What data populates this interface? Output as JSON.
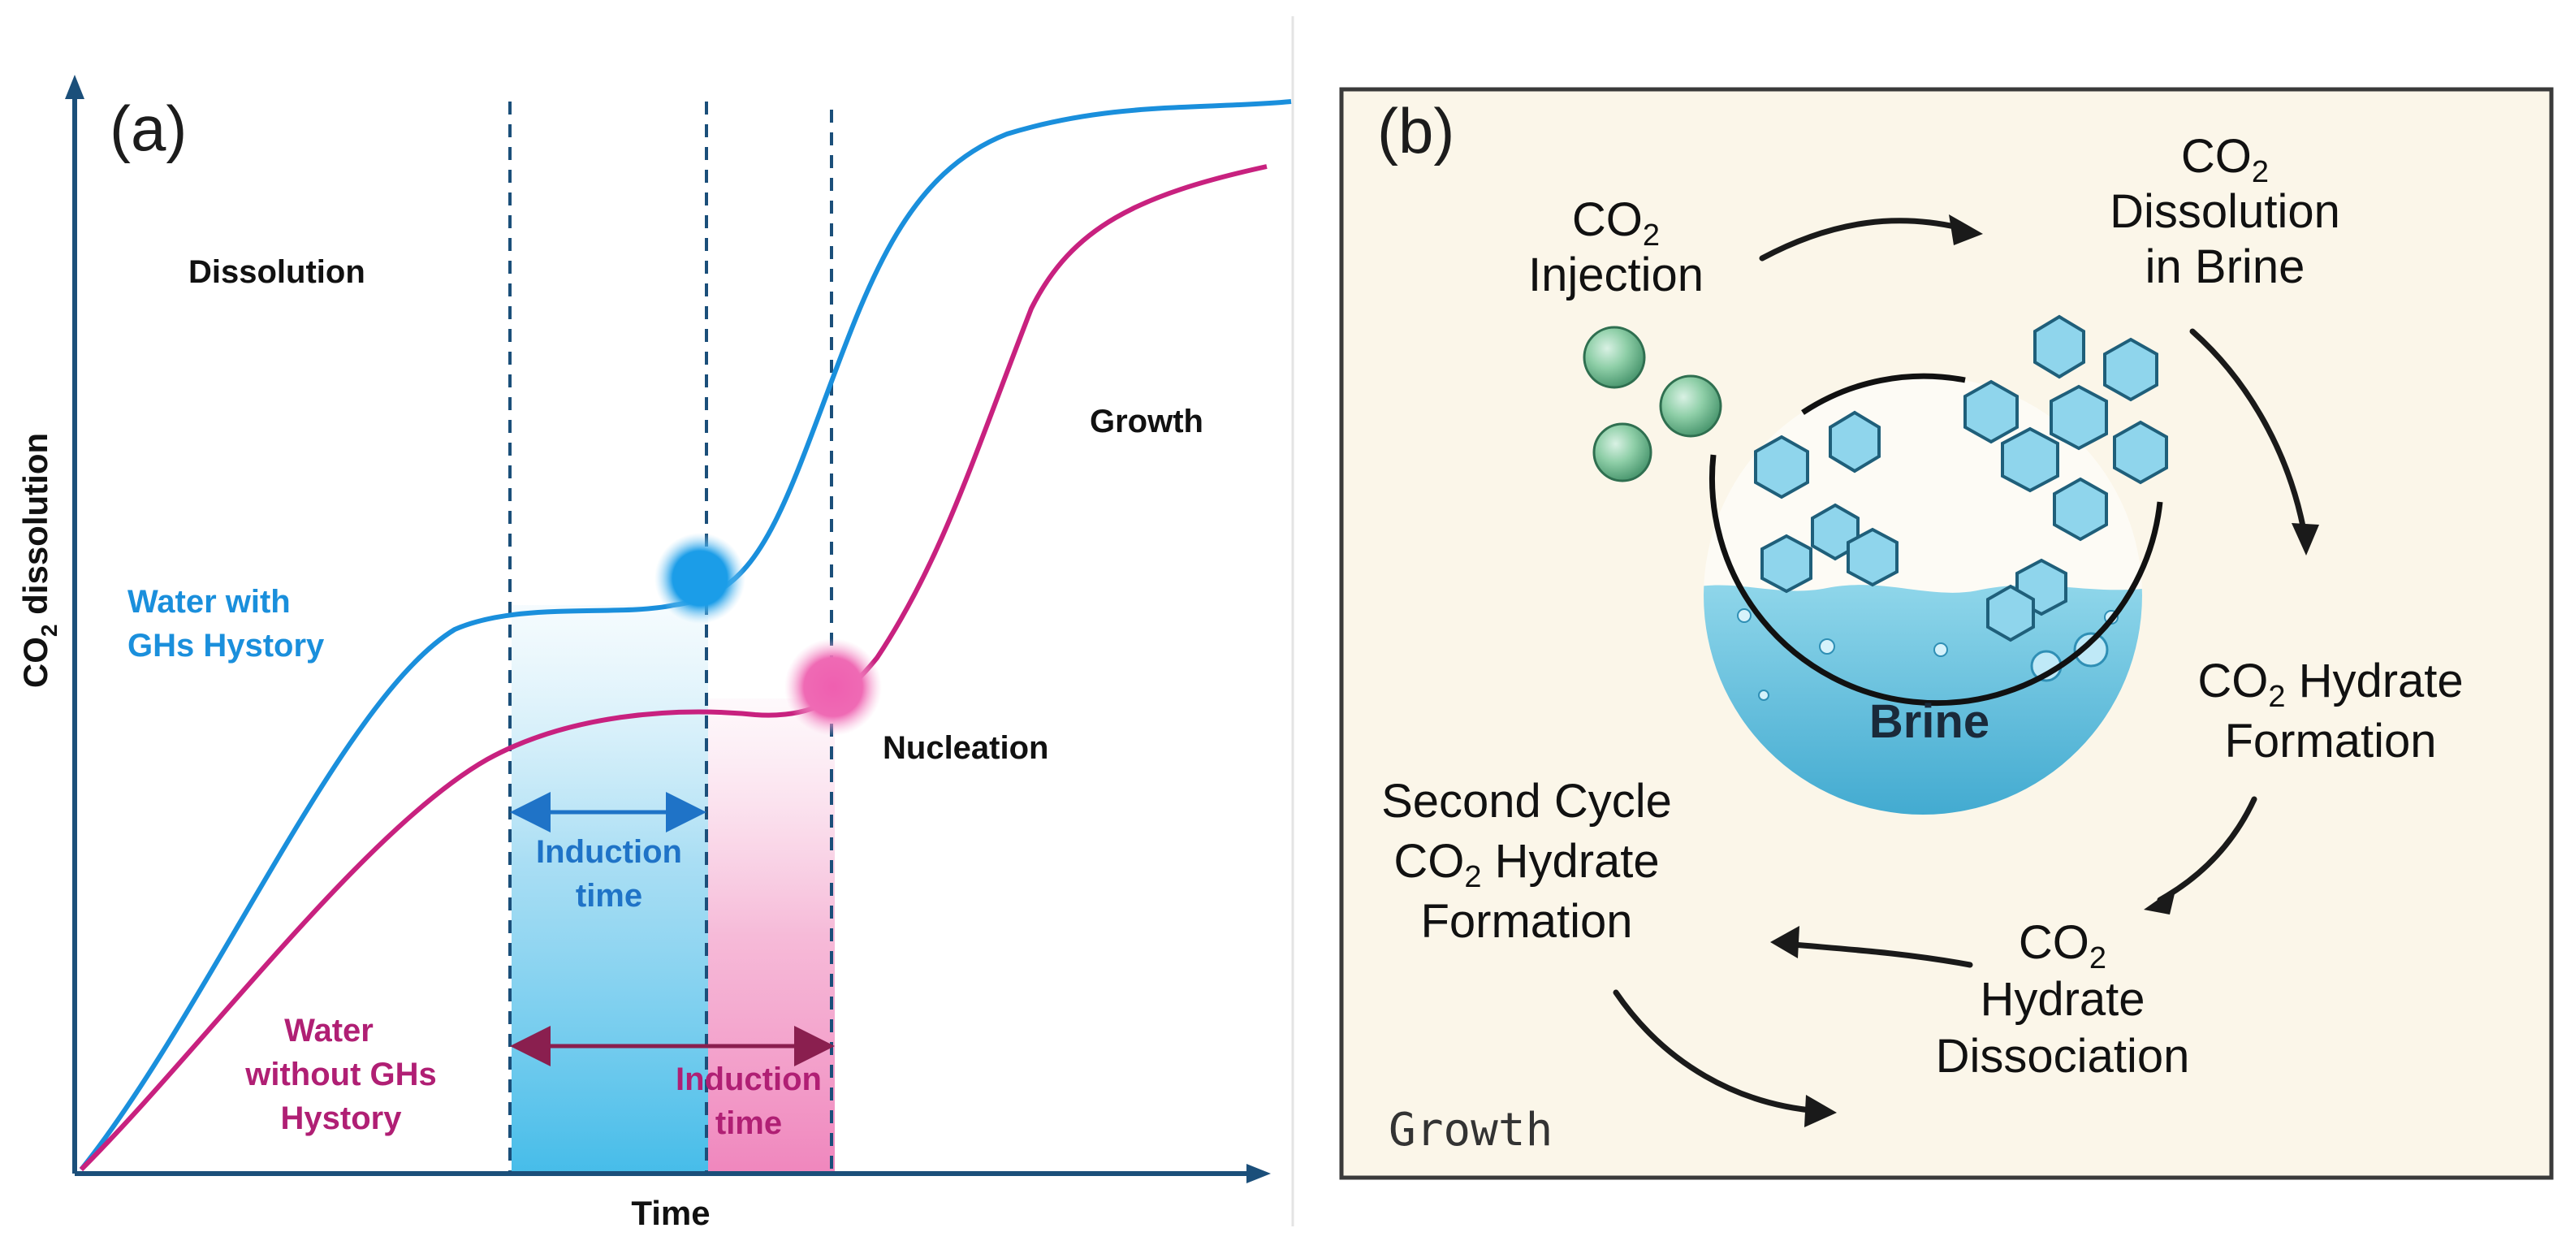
{
  "panel_a": {
    "label": "(a)",
    "ylabel_base": "CO",
    "ylabel_sub": "2",
    "ylabel_rest": " dissolution",
    "xlabel": "Time",
    "stage_dissolution": "Dissolution",
    "stage_growth": "Growth",
    "stage_nucleation": "Nucleation",
    "water_with_line1": "Water with",
    "water_with_line2": "GHs Hystory",
    "water_without_line1": "Water",
    "water_without_line2": "without GHs",
    "water_without_line3": "Hystory",
    "induction_blue_line1": "Induction",
    "induction_blue_line2": "time",
    "induction_pink_line1": "Induction",
    "induction_pink_line2": "time",
    "colors": {
      "blue": "#1a8fdc",
      "magenta": "#c8217f",
      "axis": "#1b4f7a"
    }
  },
  "panel_b": {
    "label": "(b)",
    "injection_line1": "CO",
    "injection_line1_sub": "2",
    "injection_line2": "Injection",
    "dissolution_line1": "CO",
    "dissolution_line1_sub": "2",
    "dissolution_line2": "Dissolution",
    "dissolution_line3": "in Brine",
    "formation_line1": "CO",
    "formation_line1_sub": "2",
    "formation_line1_rest": " Hydrate",
    "formation_line2": "Formation",
    "dissociation_line1": "CO",
    "dissociation_line1_sub": "2",
    "dissociation_line2": "Hydrate",
    "dissociation_line3": "Dissociation",
    "second_line1": "Second Cycle",
    "second_line2": "CO",
    "second_line2_sub": "2",
    "second_line2_rest": " Hydrate",
    "second_line3": "Formation",
    "brine": "Brine",
    "growth": "Growth",
    "colors": {
      "background": "#fbf6e9",
      "border": "#3a3a3a",
      "water": "#4fb6d6"
    }
  }
}
